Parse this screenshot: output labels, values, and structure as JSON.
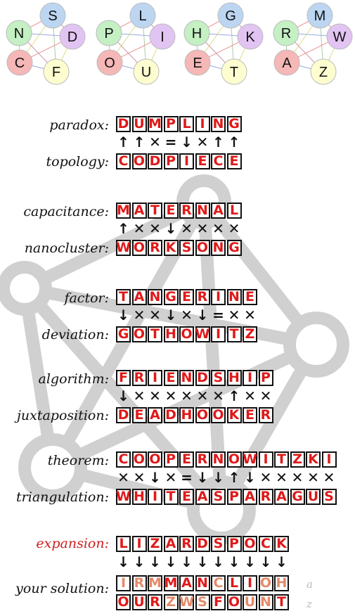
{
  "wheels": [
    {
      "top": "S",
      "right": "D",
      "bottomRight": "F",
      "bottomLeft": "C",
      "left": "N",
      "colors": {
        "S": "#bcd6f2",
        "D": "#e2c4f2",
        "F": "#fdfdd0",
        "C": "#f6b7b7",
        "N": "#c4f0c4"
      }
    },
    {
      "top": "L",
      "right": "I",
      "bottomRight": "U",
      "bottomLeft": "O",
      "left": "P",
      "colors": {
        "L": "#bcd6f2",
        "I": "#e2c4f2",
        "U": "#fdfdd0",
        "O": "#f6b7b7",
        "P": "#c4f0c4"
      }
    },
    {
      "top": "G",
      "right": "K",
      "bottomRight": "T",
      "bottomLeft": "E",
      "left": "H",
      "colors": {
        "G": "#bcd6f2",
        "K": "#e2c4f2",
        "T": "#fdfdd0",
        "E": "#f6b7b7",
        "H": "#c4f0c4"
      }
    },
    {
      "top": "M",
      "right": "W",
      "bottomRight": "Z",
      "bottomLeft": "A",
      "left": "R",
      "colors": {
        "M": "#bcd6f2",
        "W": "#e2c4f2",
        "Z": "#fdfdd0",
        "A": "#f6b7b7",
        "R": "#c4f0c4"
      }
    }
  ],
  "pairs": [
    {
      "label1": "paradox:",
      "word1": "DUMPLING",
      "arrows": "↑↑✕=↓✕↑↑",
      "label2": "topology:",
      "word2": "CODPIECE"
    },
    {
      "label1": "capacitance:",
      "word1": "MATERNAL",
      "arrows": "↑✕✕↓✕✕✕✕",
      "label2": "nanocluster:",
      "word2": "WORKSONG"
    },
    {
      "label1": "factor:",
      "word1": "TANGERINE",
      "arrows": "↓✕✕↓✕↓=✕✕",
      "label2": "deviation:",
      "word2": "GOTHOWITZ"
    },
    {
      "label1": "algorithm:",
      "word1": "FRIENDSHIP",
      "arrows": "↓✕✕✕✕✕✕↑✕✕",
      "label2": "juxtaposition:",
      "word2": "DEADHOOKER"
    },
    {
      "label1": "theorem:",
      "word1": "COOPERNOWITZKI",
      "arrows": "✕✕↓✕=↓↓↑↓✕✕✕✕✕",
      "label2": "triangulation:",
      "word2": "WHITEASPARAGUS"
    }
  ],
  "final": {
    "label1": "expansion:",
    "word1": "LIZARDSPOCK",
    "arrows": "↓↓↓↓↓↓↓↓↓↓↓",
    "label2": "your solution:",
    "word2a": "IRMMANCLIOH",
    "word2b": "OURZWSFOUNT",
    "tagA": "a",
    "tagB": "z"
  }
}
